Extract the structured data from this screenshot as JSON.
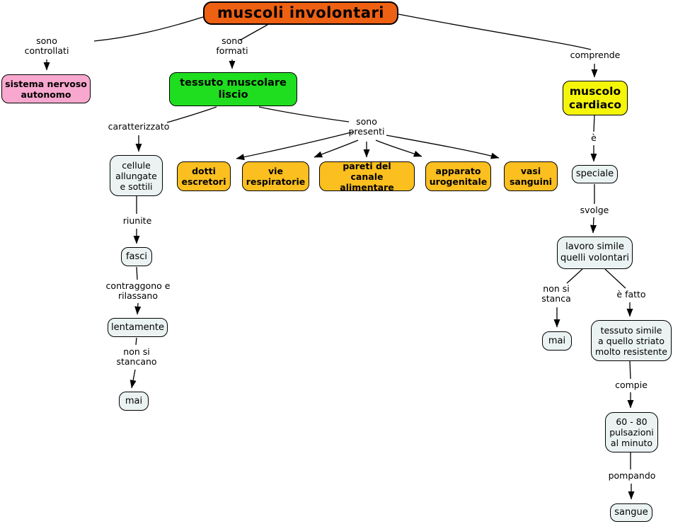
{
  "colors": {
    "orange": "#ee6012",
    "pink": "#f8a8ce",
    "green": "#1fdd1f",
    "yellow": "#f5f50a",
    "amber": "#fbbf1f",
    "light": "#eaf2f2"
  },
  "nodes": {
    "title": "muscoli involontari",
    "sistema": "sistema nervoso\nautonomo",
    "tessuto": "tessuto muscolare\nliscio",
    "cardiaco": "muscolo\ncardiaco",
    "cellule": "cellule\nallungate\ne sottili",
    "dotti": "dotti\nescretori",
    "vie": "vie\nrespiratorie",
    "pareti": "pareti del\ncanale alimentare",
    "apparato": "apparato\nurogenitale",
    "vasi": "vasi\nsanguini",
    "fasci": "fasci",
    "lentamente": "lentamente",
    "mai_left": "mai",
    "speciale": "speciale",
    "lavoro": "lavoro simile\nquelli volontari",
    "mai_right": "mai",
    "tessuto_simile": "tessuto simile\na quello striato\nmolto resistente",
    "pulsazioni": "60 - 80\npulsazioni\nal minuto",
    "sangue": "sangue"
  },
  "links": {
    "sono_controllati": "sono\ncontrollati",
    "sono_formati": "sono\nformati",
    "comprende": "comprende",
    "caratterizzato": "caratterizzato",
    "sono_presenti": "sono\npresenti",
    "riunite": "riunite",
    "contraggono": "contraggono e\nrilassano",
    "non_si_stancano": "non si\nstancano",
    "e": "è",
    "svolge": "svolge",
    "non_si_stanca": "non si\nstanca",
    "e_fatto": "è fatto",
    "compie": "compie",
    "pompando": "pompando"
  }
}
